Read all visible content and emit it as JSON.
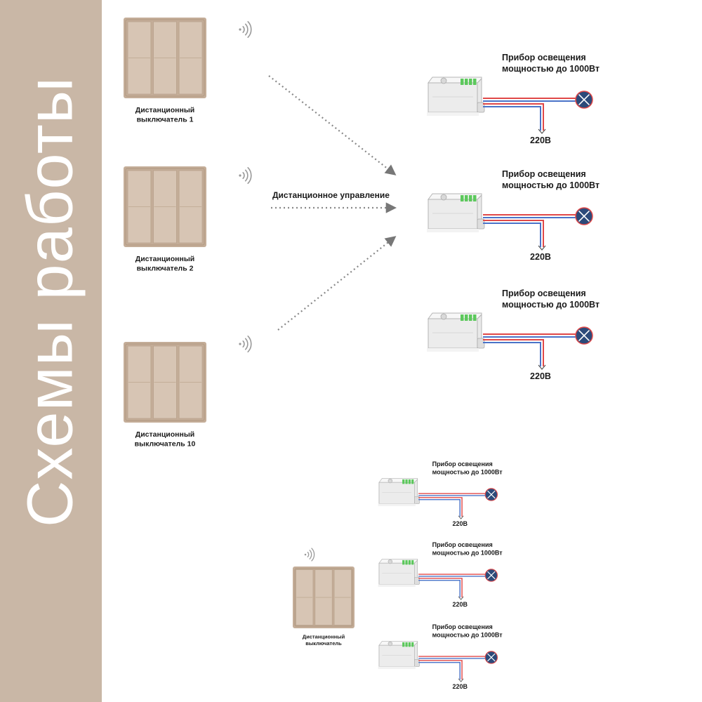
{
  "title": "Схемы работы",
  "labels": {
    "remote_control": "Дистанционное управление",
    "lamp_line1": "Прибор освещения",
    "lamp_line2": "мощностью до 1000Вт",
    "voltage": "220В"
  },
  "switches_top": [
    {
      "line1": "Дистанционный",
      "line2": "выключатель 1"
    },
    {
      "line1": "Дистанционный",
      "line2": "выключатель 2"
    },
    {
      "line1": "Дистанционный",
      "line2": "выключатель 10"
    }
  ],
  "switch_bottom": {
    "line1": "Дистанционный",
    "line2": "выключатель"
  },
  "colors": {
    "sidebar": "#c9b7a6",
    "switch_frame": "#c4ad98",
    "switch_key": "#d7c5b4",
    "wire_red": "#e04848",
    "wire_blue": "#4a73c8",
    "lamp": "#2c4a7a",
    "led": "#5cc85c"
  }
}
